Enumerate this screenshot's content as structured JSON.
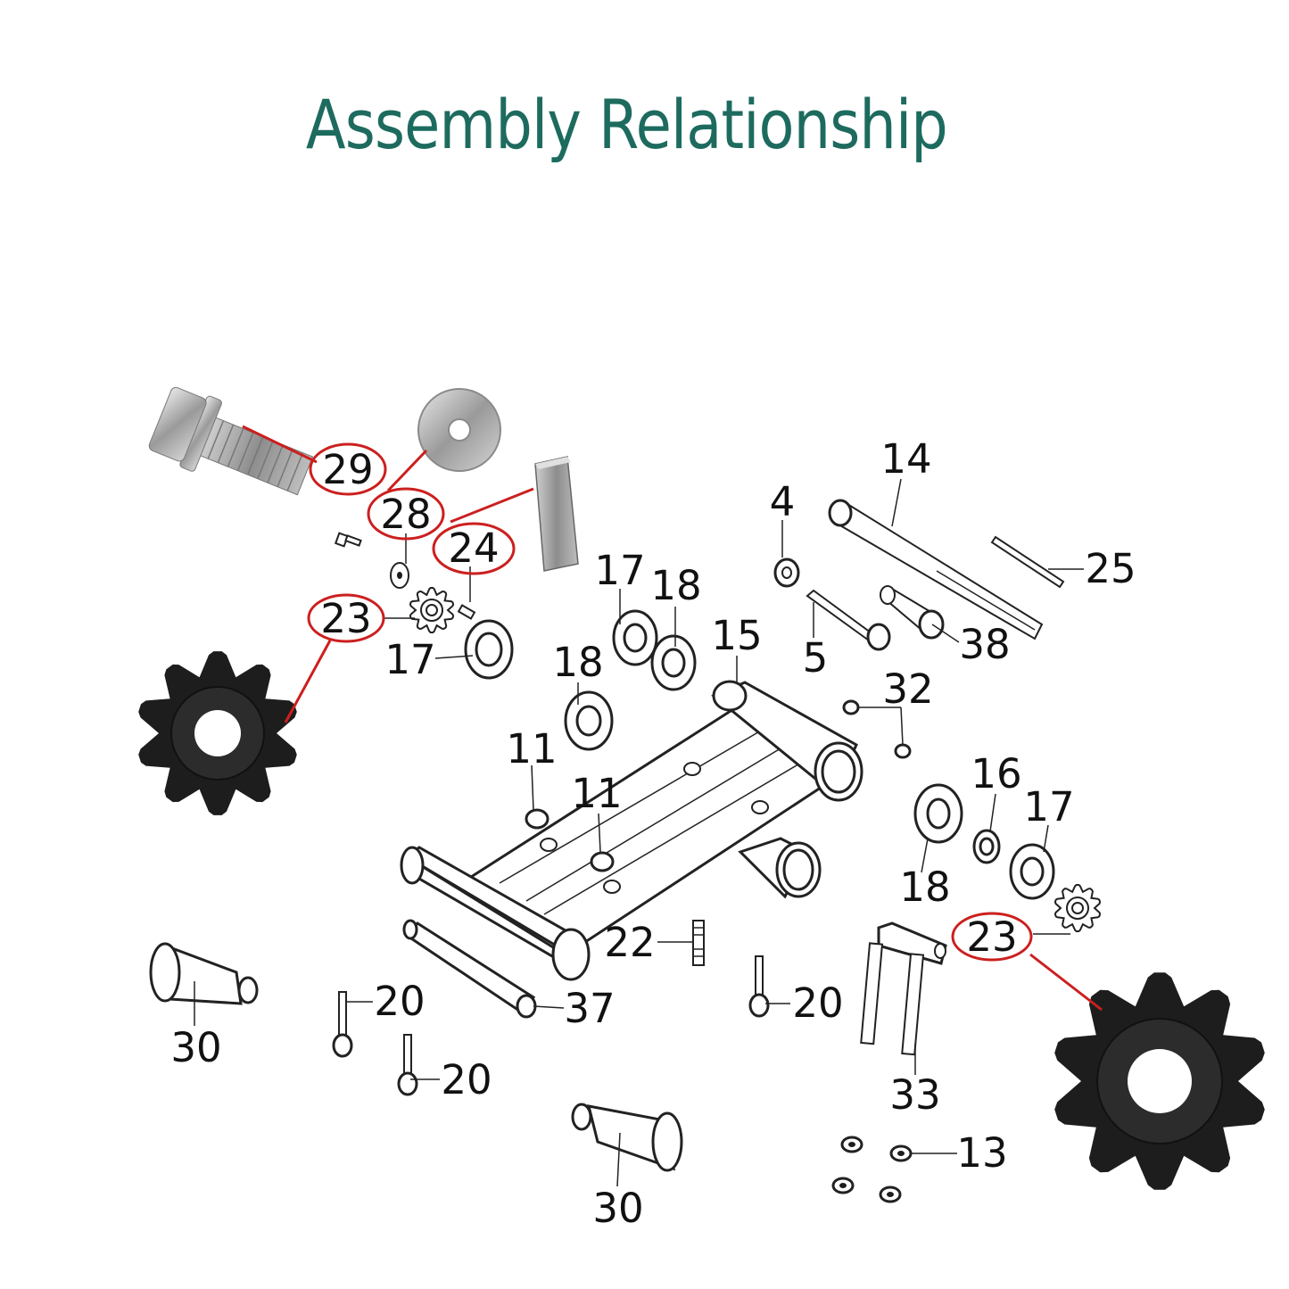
{
  "title": "Assembly Relationship",
  "colors": {
    "title": "#1d6b5e",
    "callout": "#cc1f1f",
    "sprocket": "#1d1d1d"
  },
  "labels": {
    "l29": "29",
    "l28": "28",
    "l24": "24",
    "l23a": "23",
    "l23b": "23",
    "l17a": "17",
    "l17b": "17",
    "l17c": "17",
    "l18a": "18",
    "l18b": "18",
    "l18c": "18",
    "l14": "14",
    "l4": "4",
    "l25": "25",
    "l5": "5",
    "l38": "38",
    "l15": "15",
    "l32": "32",
    "l11a": "11",
    "l11b": "11",
    "l16": "16",
    "l22": "22",
    "l20a": "20",
    "l20b": "20",
    "l20c": "20",
    "l37": "37",
    "l30a": "30",
    "l30b": "30",
    "l33": "33",
    "l13": "13"
  }
}
